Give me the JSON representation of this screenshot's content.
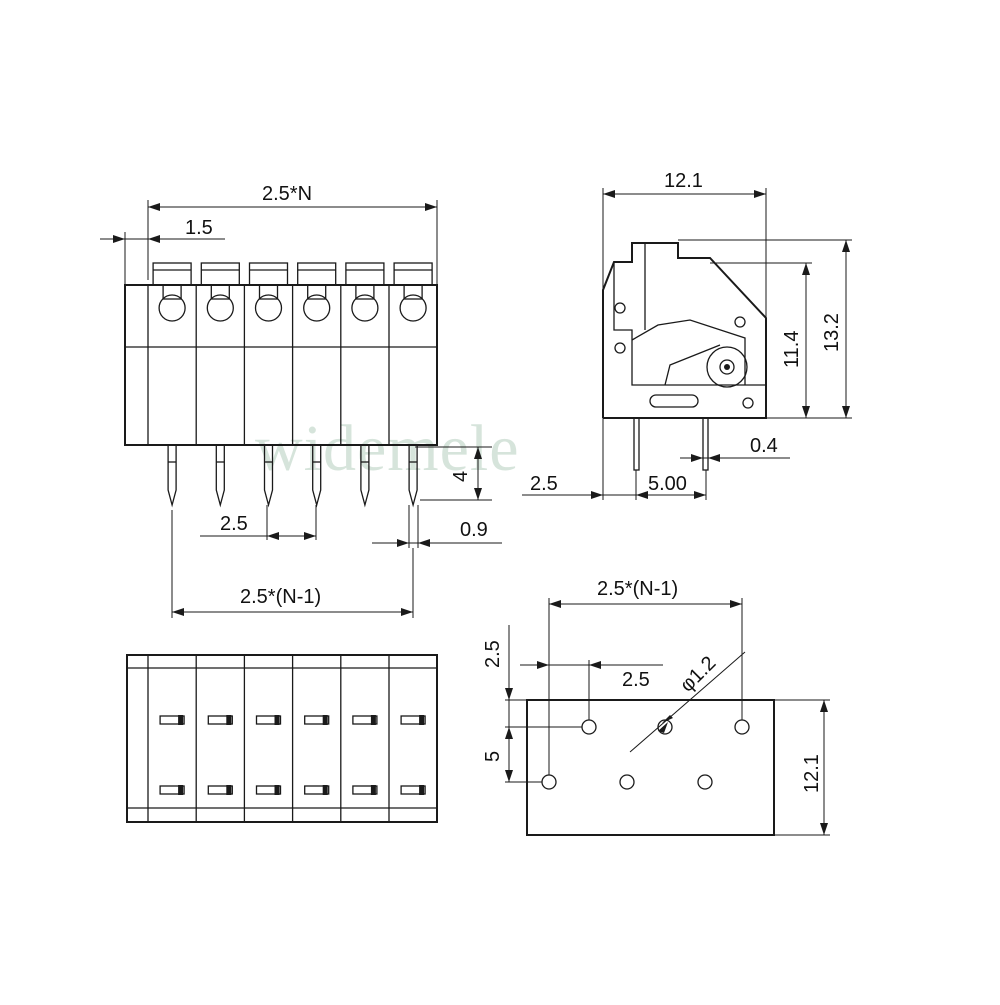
{
  "watermark": "widemele",
  "front_view": {
    "overall_width_label": "2.5*N",
    "edge_offset_label": "1.5",
    "pin_pitch_label": "2.5",
    "pin_height_label": "4",
    "pin_width_label": "0.9",
    "pin_span_label": "2.5*(N-1)"
  },
  "side_view": {
    "depth_label": "12.1",
    "height_inner_label": "11.4",
    "height_total_label": "13.2",
    "pin_thickness_label": "0.4",
    "pin_offset_label": "2.5",
    "pin_spacing_label": "5.00"
  },
  "pcb_layout": {
    "hole_span_label": "2.5*(N-1)",
    "vertical_offset_label": "2.5",
    "horizontal_offset_label": "2.5",
    "hole_diameter_label": "φ1.2",
    "row_spacing_label": "5",
    "board_depth_label": "12.1"
  }
}
